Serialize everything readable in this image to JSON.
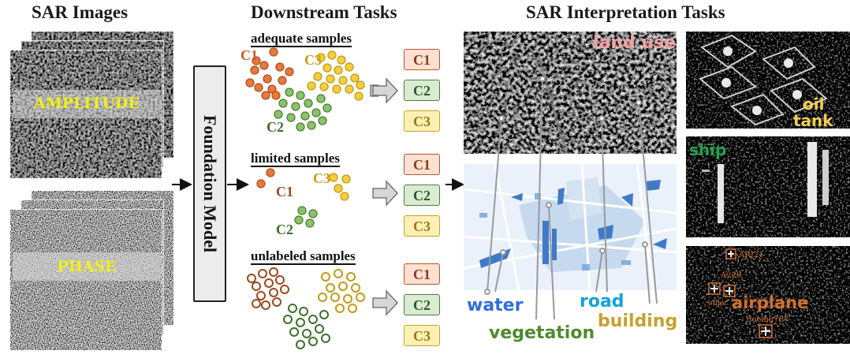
{
  "headers": {
    "sar_images": "SAR Images",
    "downstream": "Downstream Tasks",
    "interpretation": "SAR Interpretation Tasks"
  },
  "sar": {
    "amplitude": "AMPLITUDE",
    "phase": "PHASE"
  },
  "foundation_model": "Foundation Model",
  "sections": {
    "adequate": "adequate samples",
    "limited": "limited samples",
    "unlabeled": "unlabeled samples"
  },
  "clusters": {
    "c1": "C1",
    "c2": "C2",
    "c3": "C3"
  },
  "class_boxes": [
    "C1",
    "C2",
    "C3"
  ],
  "interp": {
    "land_use": "land use",
    "oil": "oil",
    "tank": "tank",
    "ship": "ship",
    "airplane": "airplane",
    "water": "water",
    "vegetation": "vegetation",
    "road": "road",
    "building": "building",
    "plane_labels": [
      "ARJ21",
      "A220",
      "other",
      "Boeing787"
    ]
  },
  "colors": {
    "c1": "#d2692e",
    "c2": "#5c8a3c",
    "c3": "#e1b73a",
    "water": "#2f6fd8",
    "vegetation": "#4f8a2c",
    "road": "#15a2d8",
    "building": "#c6a12d",
    "land_use": "#f3a1a1",
    "oil_tank": "#f3cf4e",
    "ship": "#23a34f",
    "airplane": "#d2702e"
  }
}
